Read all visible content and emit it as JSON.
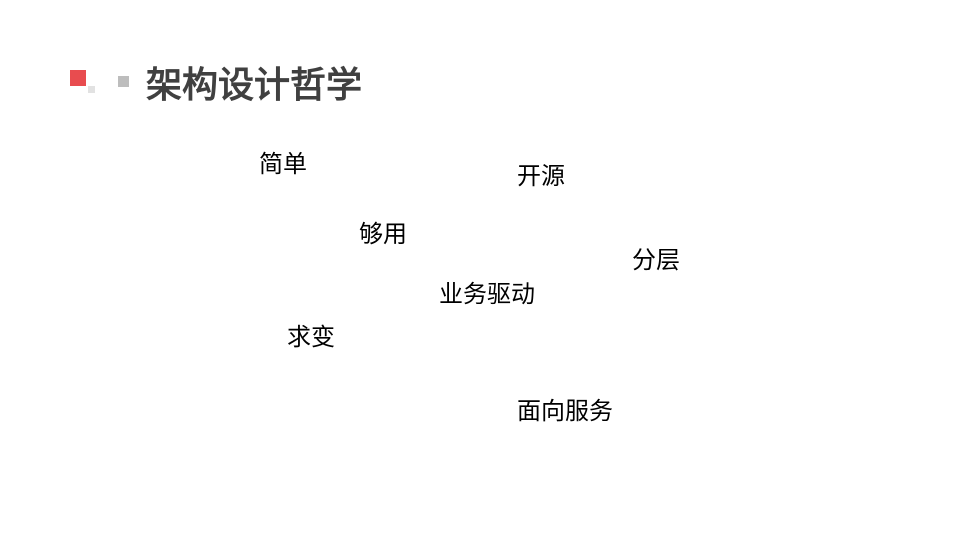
{
  "slide": {
    "title": "架构设计哲学",
    "accent_colors": {
      "red": "#e84c4f",
      "light_gray": "#e2e2e2",
      "gray": "#bdbdbd",
      "title_text": "#404040"
    },
    "words": [
      "简单",
      "开源",
      "够用",
      "分层",
      "业务驱动",
      "求变",
      "面向服务"
    ]
  }
}
